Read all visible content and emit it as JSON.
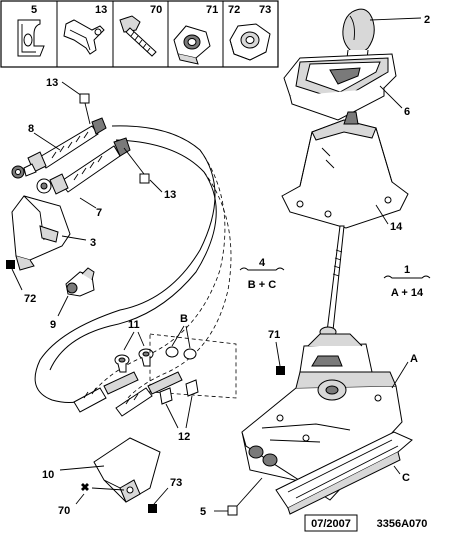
{
  "legend": {
    "cells": [
      {
        "label": "5",
        "icon": "clip-icon"
      },
      {
        "label": "13",
        "icon": "bracket-clip-icon"
      },
      {
        "label": "70",
        "icon": "screw-icon"
      },
      {
        "label": "71",
        "icon": "square-nut-icon"
      },
      {
        "label": "72",
        "label2": "73",
        "icon": "hex-nut-icon"
      }
    ]
  },
  "callouts": {
    "c2": "2",
    "c6": "6",
    "c13a": "13",
    "c8": "8",
    "c7": "7",
    "c13b": "13",
    "c14": "14",
    "c3": "3",
    "c72": "72",
    "c9": "9",
    "c11": "11",
    "cB": "B",
    "c71": "71",
    "cA": "A",
    "c12": "12",
    "c10": "10",
    "c73": "73",
    "c70": "70",
    "c5": "5",
    "cC": "C"
  },
  "formulas": {
    "f4_top": "4",
    "f4_bottom": "B + C",
    "f1_top": "1",
    "f1_bottom": "A + 14"
  },
  "footer": {
    "date": "07/2007",
    "ref": "3356A070"
  },
  "colors": {
    "line": "#000000",
    "background": "#ffffff",
    "marker": "#000000"
  }
}
